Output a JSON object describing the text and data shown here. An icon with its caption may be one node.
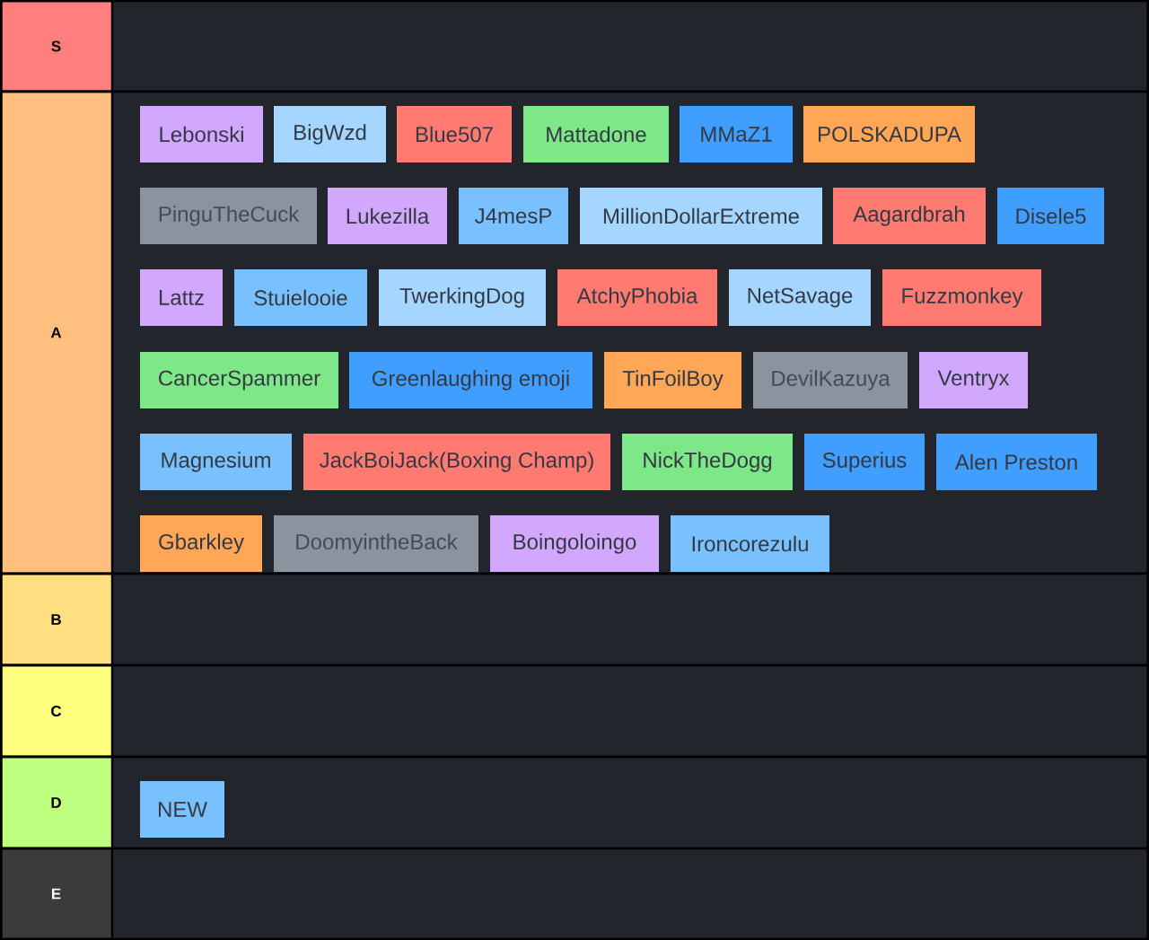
{
  "diagram": {
    "nodes": [
      {
        "text": [
          "S"
        ]
      },
      {
        "text": [
          "A"
        ]
      },
      {
        "text": [
          "Lebonski"
        ],
        "in": 1
      },
      {
        "text": [
          "BigWzd"
        ],
        "in": 1
      },
      {
        "text": [
          "Blue507"
        ],
        "in": 1
      },
      {
        "text": [
          "Mattadone"
        ],
        "in": 1
      },
      {
        "text": [
          "MMaZ1"
        ],
        "in": 1
      },
      {
        "text": [
          "POLSKADUPA"
        ],
        "in": 1
      },
      {
        "text": [
          "PinguTheCuck"
        ],
        "in": 1
      },
      {
        "text": [
          "Lukezilla"
        ],
        "in": 1
      },
      {
        "text": [
          "J4mesP"
        ],
        "in": 1
      },
      {
        "text": [
          "MillionDollarExtreme"
        ],
        "in": 1
      },
      {
        "text": [
          "Aagardbrah"
        ],
        "in": 1
      },
      {
        "text": [
          "Disele5"
        ],
        "in": 1
      },
      {
        "text": [
          "Lattz"
        ],
        "in": 1
      },
      {
        "text": [
          "Stuielooie"
        ],
        "in": 1
      },
      {
        "text": [
          "TwerkingDog"
        ],
        "in": 1
      },
      {
        "text": [
          "AtchyPhobia"
        ],
        "in": 1
      },
      {
        "text": [
          "NetSavage"
        ],
        "in": 1
      },
      {
        "text": [
          "Fuzzmonkey"
        ],
        "in": 1
      },
      {
        "text": [
          "CancerSpammer"
        ],
        "in": 1
      },
      {
        "text": [
          "Greenlaughing emoji"
        ],
        "in": 1
      },
      {
        "text": [
          "TinFoilBoy"
        ],
        "in": 1
      },
      {
        "text": [
          "DevilKazuya"
        ],
        "in": 1
      },
      {
        "text": [
          "Ventryx"
        ],
        "in": 1
      },
      {
        "text": [
          "Magnesium"
        ],
        "in": 1
      },
      {
        "text": [
          "JackBoiJack(Boxing Champ)"
        ],
        "in": 1
      },
      {
        "text": [
          "NickTheDogg"
        ],
        "in": 1
      },
      {
        "text": [
          "Superius"
        ],
        "in": 1
      },
      {
        "text": [
          "Alen Preston"
        ],
        "in": 1
      },
      {
        "text": [
          "Gbarkley"
        ],
        "in": 1
      },
      {
        "text": [
          "DoomyintheBack"
        ],
        "in": 1
      },
      {
        "text": [
          "Boingoloingo"
        ],
        "in": 1
      },
      {
        "text": [
          "Ironcorezulu"
        ],
        "in": 1
      },
      {
        "text": [
          "B"
        ]
      },
      {
        "text": [
          "C"
        ]
      },
      {
        "text": [
          "D"
        ]
      },
      {
        "text": [
          "NEW"
        ],
        "in": 36
      },
      {
        "text": [
          "E"
        ]
      }
    ]
  }
}
